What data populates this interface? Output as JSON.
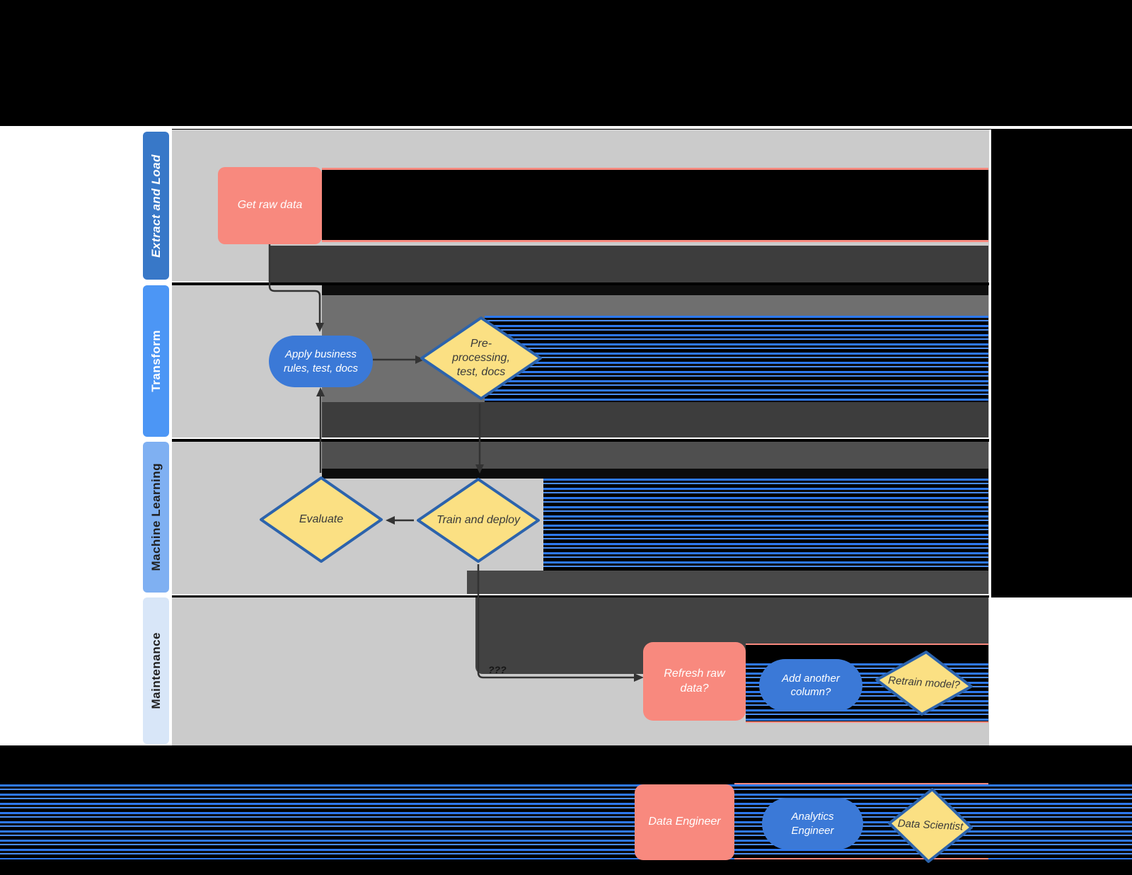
{
  "lanes": [
    {
      "label": "Extract and Load",
      "bar_color": "#3878C8",
      "text_color": "#ffffff"
    },
    {
      "label": "Transform",
      "bar_color": "#4C96F5",
      "text_color": "#ffffff"
    },
    {
      "label": "Machine Learning",
      "bar_color": "#7FB0F2",
      "text_color": "#1f1f1f"
    },
    {
      "label": "Maintenance",
      "bar_color": "#D8E6F8",
      "text_color": "#1f1f1f"
    }
  ],
  "nodes": {
    "get_raw_data": {
      "label": "Get raw data",
      "shape": "rectangle",
      "role": "data_engineer"
    },
    "apply_rules": {
      "label": "Apply business rules, test, docs",
      "shape": "stadium",
      "role": "analytics_engineer"
    },
    "preprocessing": {
      "label": "Pre-processing, test, docs",
      "shape": "diamond",
      "role": "data_scientist"
    },
    "evaluate": {
      "label": "Evaluate",
      "shape": "diamond",
      "role": "data_scientist"
    },
    "train_deploy": {
      "label": "Train and deploy",
      "shape": "diamond",
      "role": "data_scientist"
    },
    "refresh_raw_data": {
      "label": "Refresh raw data?",
      "shape": "rectangle",
      "role": "data_engineer"
    },
    "add_column": {
      "label": "Add another column?",
      "shape": "stadium",
      "role": "analytics_engineer"
    },
    "retrain": {
      "label": "Retrain model?",
      "shape": "diamond",
      "role": "data_scientist"
    }
  },
  "legend": {
    "data_engineer": {
      "label": "Data Engineer",
      "color": "#F8897E"
    },
    "analytics_engineer": {
      "label": "Analytics Engineer",
      "color": "#3B79D7"
    },
    "data_scientist": {
      "label": "Data Scientist",
      "fill": "#FBE083",
      "border": "#2C63AC"
    }
  },
  "connectors": {
    "maintenance_label": "???"
  }
}
